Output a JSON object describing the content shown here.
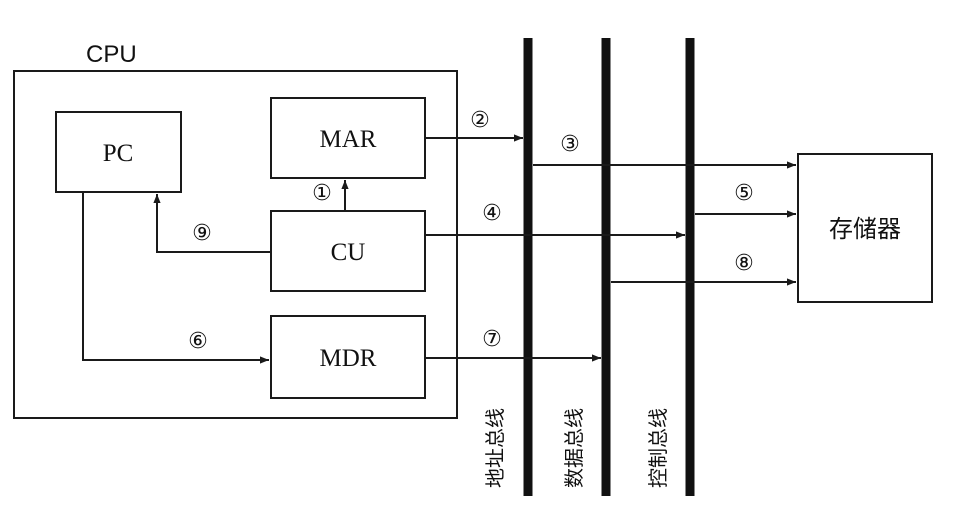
{
  "cpu_label": "CPU",
  "blocks": {
    "pc": "PC",
    "mar": "MAR",
    "cu": "CU",
    "mdr": "MDR",
    "memory": "存储器"
  },
  "buses": {
    "address": "地址总线",
    "data": "数据总线",
    "control": "控制总线"
  },
  "steps": {
    "s1": "①",
    "s2": "②",
    "s3": "③",
    "s4": "④",
    "s5": "⑤",
    "s6": "⑥",
    "s7": "⑦",
    "s8": "⑧",
    "s9": "⑨"
  },
  "colors": {
    "ink": "#1a1a1a",
    "background": "#ffffff"
  }
}
